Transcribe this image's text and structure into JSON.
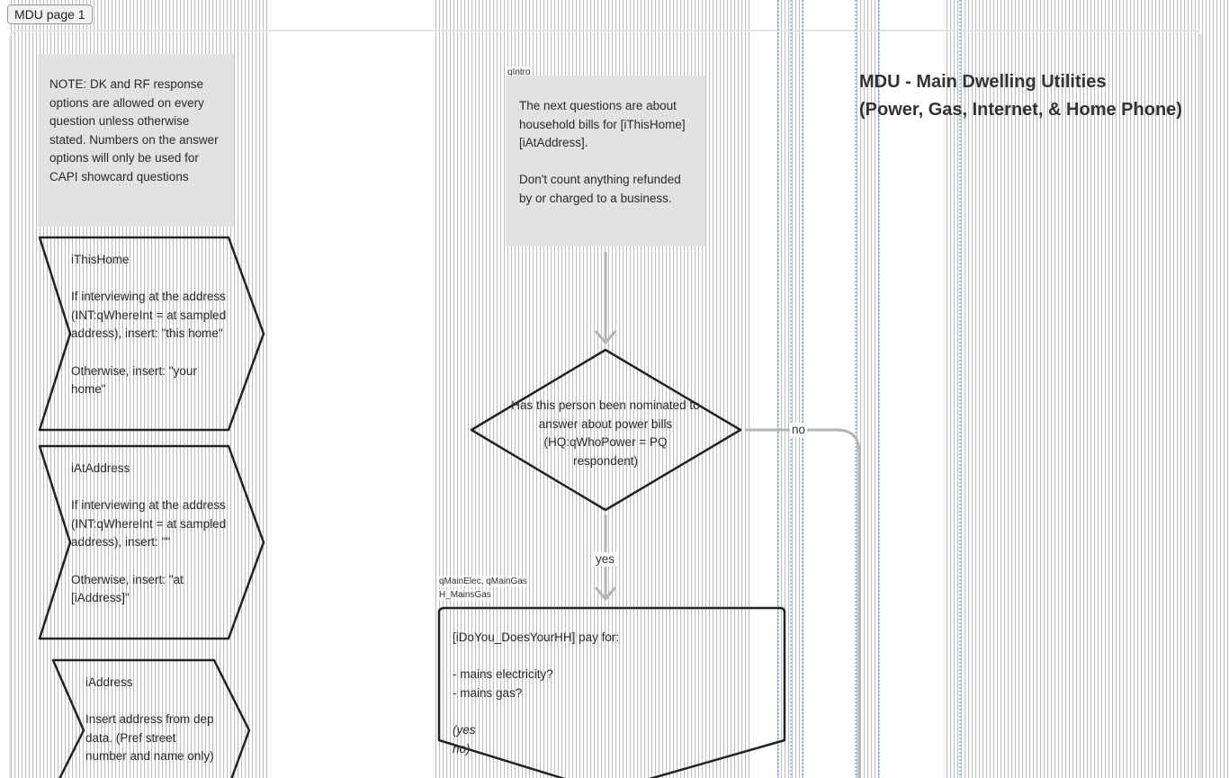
{
  "page_tab": "MDU page 1",
  "title": {
    "line1": "MDU - Main Dwelling Utilities",
    "line2": "(Power, Gas, Internet, & Home Phone)"
  },
  "note": {
    "text": "NOTE: DK and RF response options are allowed on every question unless otherwise stated. Numbers on the answer options will  only be used for CAPI showcard questions"
  },
  "intro": {
    "label": "qIntro",
    "para1": "The next questions are about household bills for [iThisHome] [iAtAddress].",
    "para2": "Don't count anything refunded by or charged to a business."
  },
  "ithishome": {
    "name": "iThisHome",
    "rule": "If interviewing at the address  (INT:qWhereInt = at sampled address), insert: \"this home\"",
    "otherwise": "Otherwise, insert: \"your home\""
  },
  "iataddress": {
    "name": "iAtAddress",
    "rule": "If interviewing at the address  (INT:qWhereInt = at sampled address), insert: \"\"",
    "otherwise": "Otherwise, insert: \"at [iAddress]\""
  },
  "iaddress": {
    "name": "iAddress",
    "rule": "Insert address from dep data. (Pref street number  and name only)"
  },
  "decision": {
    "text": "Has this person been nominated to answer  about power bills  (HQ:qWhoPower = PQ respondent)",
    "yes_label": "yes",
    "no_label": "no"
  },
  "question": {
    "label_line1": "qMainElec, qMainGas",
    "label_line2": "H_MainsGas",
    "stem": "[iDoYou_DoesYourHH] pay for:",
    "item1": "- mains electricity?",
    "item2": "- mains gas?",
    "opt1": "(yes",
    "opt2": "no)"
  },
  "colors": {
    "connector": "#b4b4b4",
    "outline": "#222222",
    "note_fill": "#e1e1e1",
    "accent_blue": "#5b7fa8"
  }
}
